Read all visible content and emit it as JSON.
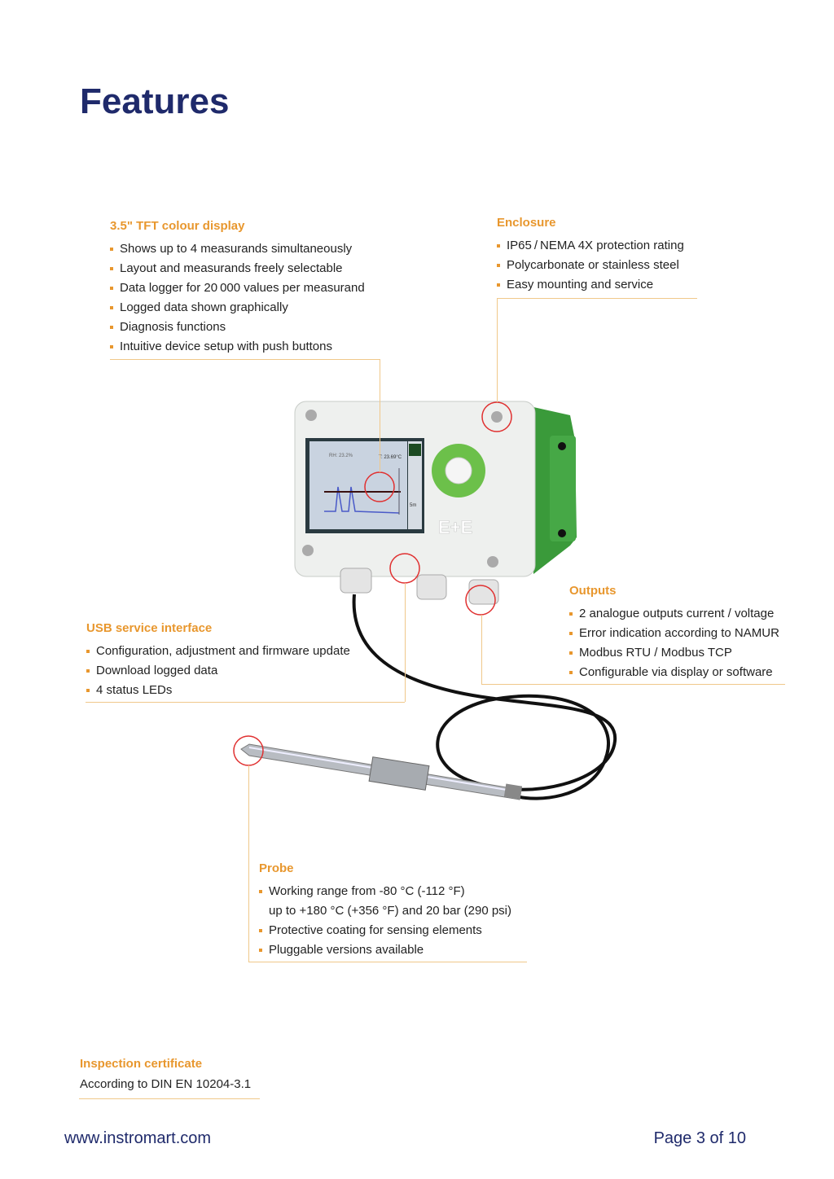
{
  "title": "Features",
  "tft": {
    "heading": "3.5\" TFT colour display",
    "items": [
      "Shows up to 4 measurands simultaneously",
      "Layout and measurands freely selectable",
      "Data logger for 20 000 values per measurand",
      "Logged data shown graphically",
      "Diagnosis functions",
      "Intuitive device setup with push buttons"
    ]
  },
  "enclosure": {
    "heading": "Enclosure",
    "items": [
      "IP65 / NEMA 4X protection rating",
      "Polycarbonate or stainless steel",
      "Easy mounting and service"
    ]
  },
  "outputs": {
    "heading": "Outputs",
    "items": [
      "2 analogue outputs current / voltage",
      "Error indication according to NAMUR",
      "Modbus RTU / Modbus TCP",
      "Configurable via display or software"
    ]
  },
  "usb": {
    "heading": "USB service interface",
    "items": [
      "Configuration, adjustment and firmware update",
      "Download logged data",
      "4 status LEDs"
    ]
  },
  "probe": {
    "heading": "Probe",
    "items": [
      "Working range from -80 °C (-112 °F)",
      "up to +180 °C (+356 °F) and 20 bar (290 psi)",
      "Protective coating for sensing elements",
      "Pluggable versions available"
    ]
  },
  "inspection": {
    "heading": "Inspection certificate",
    "text": "According to DIN EN 10204-3.1"
  },
  "device_screen": {
    "rh": "RH: 23.2%",
    "t": "T: 23.69°C",
    "interval": "5m",
    "logo": "E+E"
  },
  "footer": {
    "website": "www.instromart.com",
    "page": "Page 3 of 10"
  },
  "colors": {
    "accent": "#e8972e",
    "title": "#1f2a6b",
    "callout": "#e03030",
    "device_green": "#3a9a3a"
  }
}
